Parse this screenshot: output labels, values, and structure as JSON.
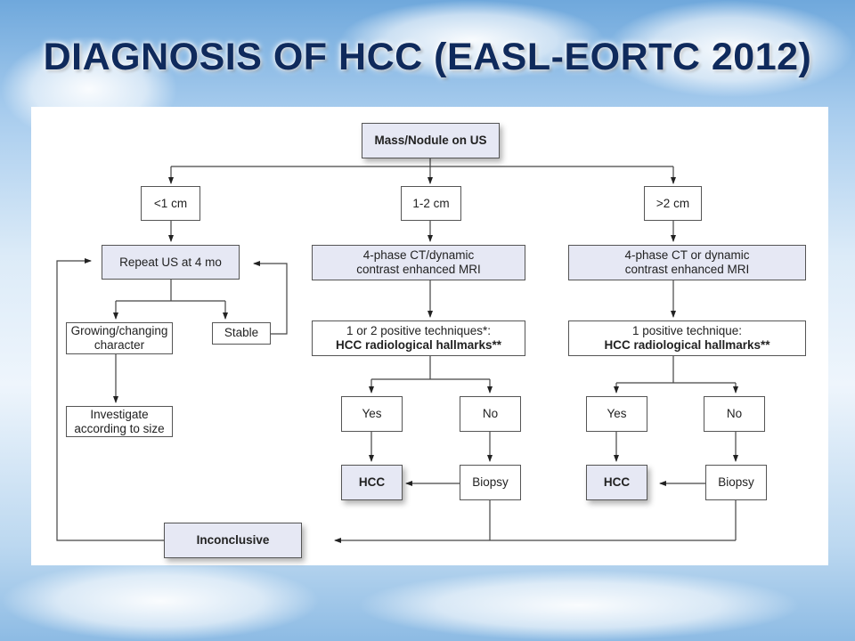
{
  "title": "DIAGNOSIS OF HCC (EASL-EORTC 2012)",
  "nodes": {
    "mass": "Mass/Nodule on US",
    "lt1": "<1 cm",
    "mid": "1-2 cm",
    "gt2": ">2 cm",
    "repeat": "Repeat US at 4 mo",
    "ct1": [
      "4-phase CT/dynamic",
      "contrast enhanced MRI"
    ],
    "ct2": [
      "4-phase CT or dynamic",
      "contrast enhanced MRI"
    ],
    "growing": [
      "Growing/changing",
      "character"
    ],
    "stable": "Stable",
    "tech1": [
      "1 or 2 positive techniques*:",
      "HCC radiological hallmarks**"
    ],
    "tech2": [
      "1 positive technique:",
      "HCC radiological hallmarks**"
    ],
    "investigate": [
      "Investigate",
      "according to size"
    ],
    "yes1": "Yes",
    "no1": "No",
    "yes2": "Yes",
    "no2": "No",
    "hcc1": "HCC",
    "biopsy1": "Biopsy",
    "hcc2": "HCC",
    "biopsy2": "Biopsy",
    "inconclusive": "Inconclusive"
  }
}
